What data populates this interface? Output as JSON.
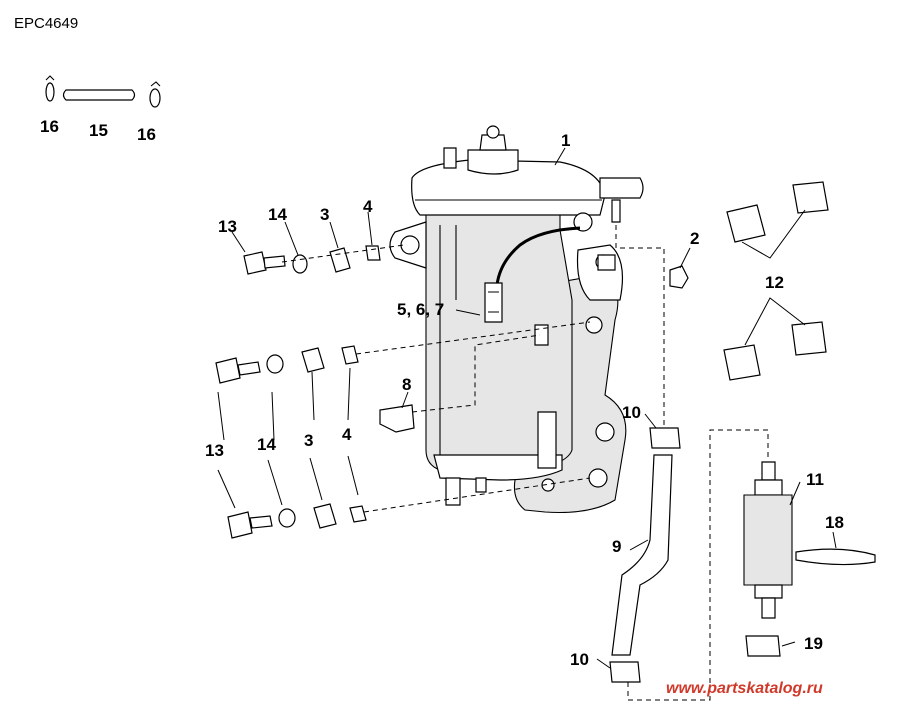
{
  "doc_code": "EPC4649",
  "watermark": "www.partskatalog.ru",
  "colors": {
    "watermark": "#d03a2b",
    "line": "#000000",
    "shade": "#e6e6e6"
  },
  "labels": {
    "p1": "1",
    "p2": "2",
    "p3a": "3",
    "p3b": "3",
    "p4a": "4",
    "p4b": "4",
    "p567": "5, 6, 7",
    "p8": "8",
    "p9": "9",
    "p10a": "10",
    "p10b": "10",
    "p11": "11",
    "p12": "12",
    "p13a": "13",
    "p13b": "13",
    "p14a": "14",
    "p14b": "14",
    "p15": "15",
    "p16a": "16",
    "p16b": "16",
    "p18": "18",
    "p19": "19"
  }
}
